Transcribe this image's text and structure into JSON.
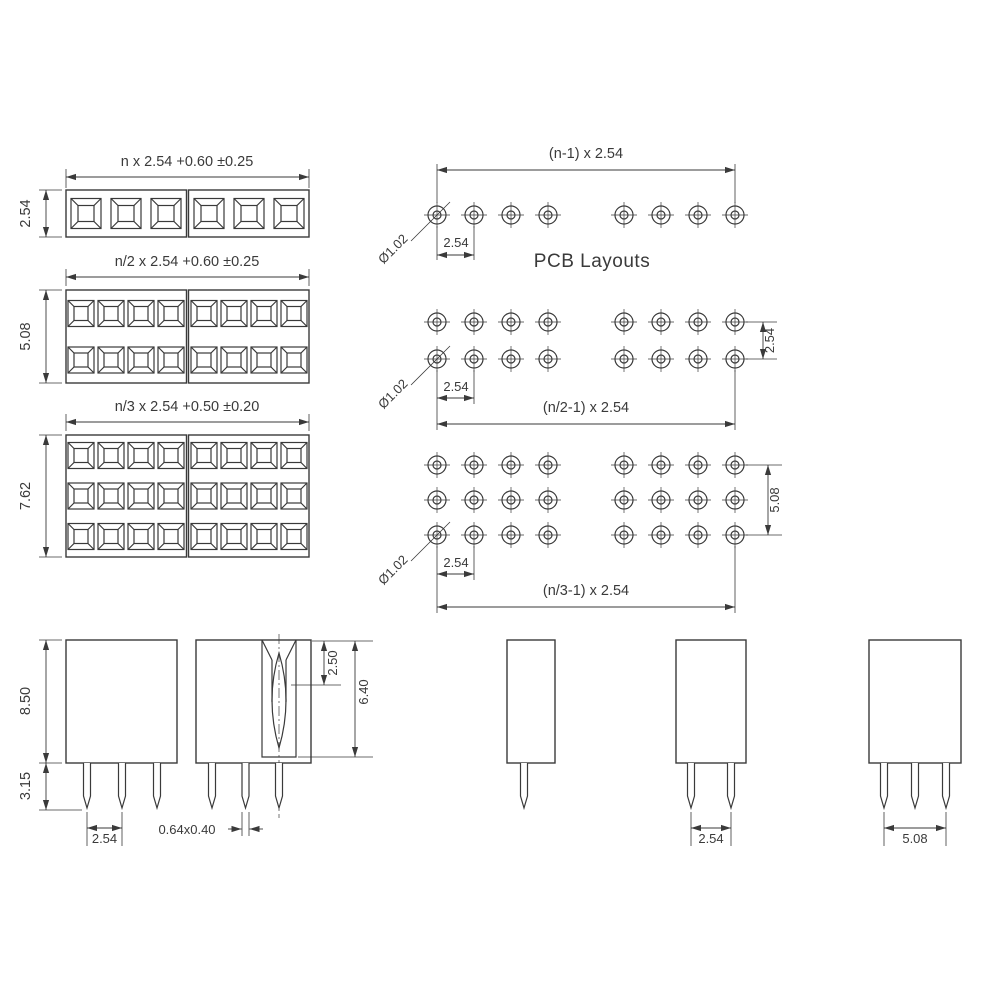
{
  "title": "PCB Layouts",
  "front_views": {
    "single": {
      "width_dim": "n x 2.54 +0.60 ±0.25",
      "height_dim": "2.54"
    },
    "double": {
      "width_dim": "n/2 x 2.54 +0.60 ±0.25",
      "height_dim": "5.08"
    },
    "triple": {
      "width_dim": "n/3 x 2.54 +0.50 ±0.20",
      "height_dim": "7.62"
    }
  },
  "pcb_layouts": {
    "single": {
      "span_dim": "(n-1) x 2.54",
      "hole_diameter": "Ø1.02",
      "pitch_dim": "2.54"
    },
    "double": {
      "span_dim": "(n/2-1) x 2.54",
      "hole_diameter": "Ø1.02",
      "pitch_dim": "2.54",
      "row_spacing_dim": "2.54"
    },
    "triple": {
      "span_dim": "(n/3-1) x 2.54",
      "hole_diameter": "Ø1.02",
      "pitch_dim": "2.54",
      "row_spacing_dim": "5.08"
    }
  },
  "side_views": {
    "body_height_dim": "8.50",
    "pin_length_dim": "3.15",
    "pin_pitch_dim": "2.54",
    "pin_section_dim": "0.64x0.40",
    "entry_depth_dim": "2.50",
    "contact_depth_dim": "6.40",
    "double_row_pitch_dim": "2.54",
    "triple_row_span_dim": "5.08"
  },
  "colors": {
    "line": "#3a3a3a",
    "background": "#ffffff"
  }
}
